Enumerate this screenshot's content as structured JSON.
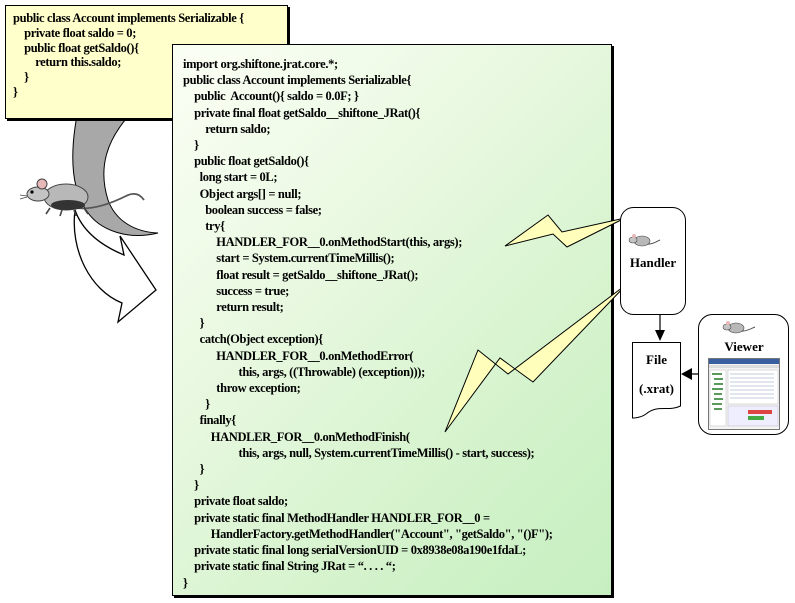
{
  "original_code": [
    "public class Account implements Serializable {",
    "    private float saldo = 0;",
    "    public float getSaldo(){",
    "        return this.saldo;",
    "    }",
    "}"
  ],
  "instrumented_code": [
    "import org.shiftone.jrat.core.*;",
    "public class Account implements Serializable{",
    "    public  Account(){ saldo = 0.0F; }",
    "    private final float getSaldo__shiftone_JRat(){",
    "        return saldo;",
    "    }",
    "    public float getSaldo(){",
    "      long start = 0L;",
    "      Object args[] = null;",
    "        boolean success = false;",
    "        try{",
    "            HANDLER_FOR__0.onMethodStart(this, args);",
    "            start = System.currentTimeMillis();",
    "            float result = getSaldo__shiftone_JRat();",
    "            success = true;",
    "            return result;",
    "      }",
    "      catch(Object exception){",
    "            HANDLER_FOR__0.onMethodError(",
    "                    this, args, ((Throwable) (exception)));",
    "            throw exception;",
    "        }",
    "      finally{",
    "          HANDLER_FOR__0.onMethodFinish(",
    "                    this, args, null, System.currentTimeMillis() - start, success);",
    "      }",
    "    }",
    "    private float saldo;",
    "    private static final MethodHandler HANDLER_FOR__0 =",
    "          HandlerFactory.getMethodHandler(\"Account\", \"getSaldo\", \"()F\");",
    "    private static final long serialVersionUID = 0x8938e08a190e1fdaL;",
    "    private static final String JRat = “. . . . “;",
    "}"
  ],
  "handler": {
    "label": "Handler"
  },
  "file": {
    "label": "File",
    "ext": "(.xrat)"
  },
  "viewer": {
    "label": "Viewer"
  },
  "colors": {
    "original_bg": "#ffffcc",
    "instrumented_bg": "#d8f4d0",
    "lightning": "#ffffbb",
    "arrow_gray": "#a8a8a8"
  },
  "icons": {
    "rat": "rat-mascot-icon",
    "arrow": "curved-arrow-icon",
    "lightning": "lightning-bolt-icon",
    "screenshot": "viewer-screenshot-icon"
  }
}
